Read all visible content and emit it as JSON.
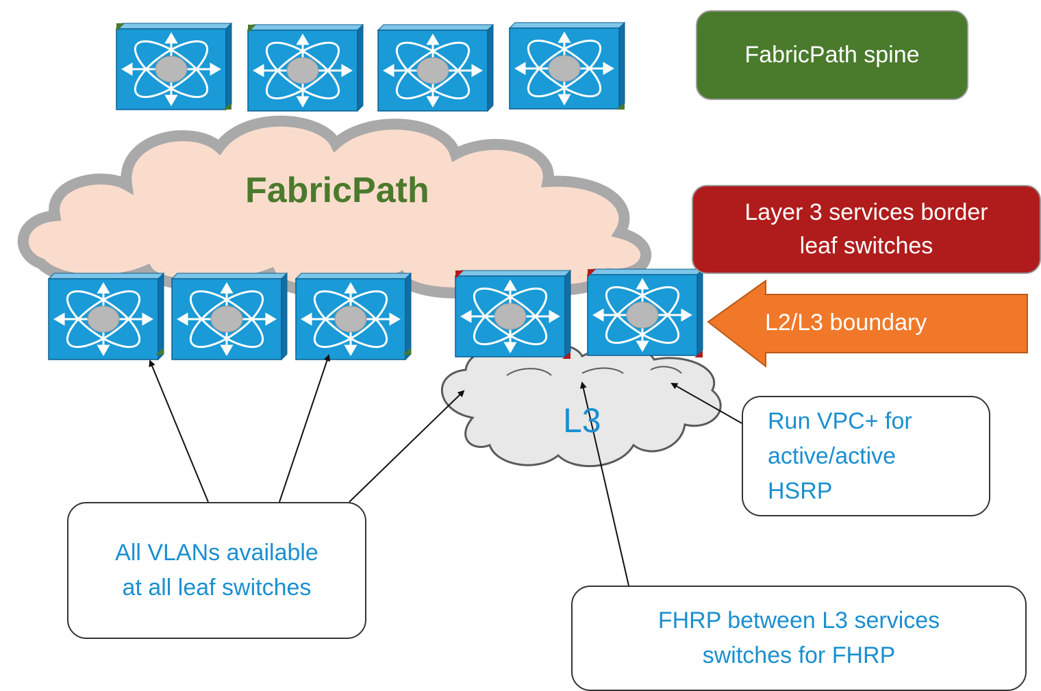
{
  "diagram": {
    "labels": {
      "fabricpath_cloud": "FabricPath",
      "l3_cloud": "L3",
      "spine": "FabricPath spine",
      "border_leaf_line1": "Layer 3 services border",
      "border_leaf_line2": "leaf switches",
      "boundary": "L2/L3 boundary",
      "vlans_line1": "All VLANs available",
      "vlans_line2": "at all leaf switches",
      "fhrp_line1": "FHRP between L3 services",
      "fhrp_line2": "switches for FHRP",
      "vpc_line1": "Run VPC+ for",
      "vpc_line2": "active/active",
      "vpc_line3": "HSRP"
    },
    "colors": {
      "spine_box": "#4a7a2c",
      "border_leaf_box": "#b01c1c",
      "boundary_arrow": "#f07828",
      "switch_face": "#1a9ad6",
      "fabricpath_cloud": "#fadccd",
      "l3_cloud": "#e8e8e8",
      "callout_text": "#1a8fd0"
    },
    "icons": {
      "spine_switches": [
        "switch-icon",
        "switch-icon",
        "switch-icon",
        "switch-icon"
      ],
      "leaf_switches": [
        "switch-icon",
        "switch-icon",
        "switch-icon"
      ],
      "border_leaf_switches": [
        "switch-icon",
        "switch-icon"
      ]
    }
  }
}
